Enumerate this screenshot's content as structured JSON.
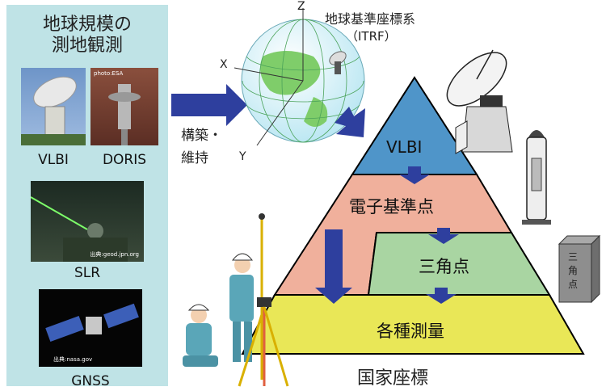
{
  "panel": {
    "title": "地球規模の\n測地観測",
    "techniques": [
      {
        "label": "VLBI"
      },
      {
        "label": "DORIS",
        "credit": "photo:ESA"
      },
      {
        "label": "SLR",
        "credit": "出典:geod.jpn.org"
      },
      {
        "label": "GNSS",
        "credit": "出典:nasa.gov"
      }
    ]
  },
  "globe": {
    "title": "地球基準座標系",
    "subtitle": "（ITRF）",
    "axes": [
      "Z",
      "X",
      "Y"
    ]
  },
  "arrow_label": "構築・\n維持",
  "pyramid": {
    "levels": [
      {
        "label": "VLBI",
        "color": "#4f95c9"
      },
      {
        "label": "電子基準点",
        "color": "#f0b09c"
      },
      {
        "label": "三角点",
        "color": "#a9d5a2"
      },
      {
        "label": "各種測量",
        "color": "#e9e757"
      }
    ],
    "caption": "国家座標"
  },
  "benchmark_stone": {
    "text": "三\n角\n点"
  },
  "colors": {
    "arrow": "#2e3f9e",
    "panel": "#bfe3e6"
  }
}
